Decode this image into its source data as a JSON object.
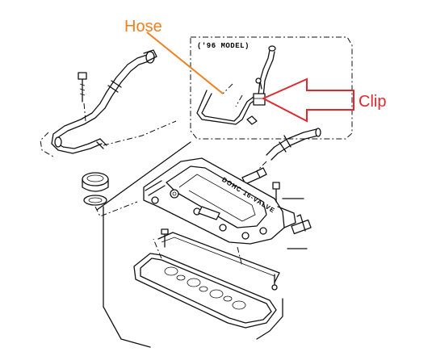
{
  "callouts": {
    "hose": "Hose",
    "clip": "Clip"
  },
  "inset": {
    "label": "('96 MODEL)"
  },
  "cover": {
    "text": "DOHC 16-VALVE"
  },
  "colors": {
    "hose_callout": "#F07F1E",
    "clip_callout": "#E0282E",
    "linework": "#111111"
  }
}
